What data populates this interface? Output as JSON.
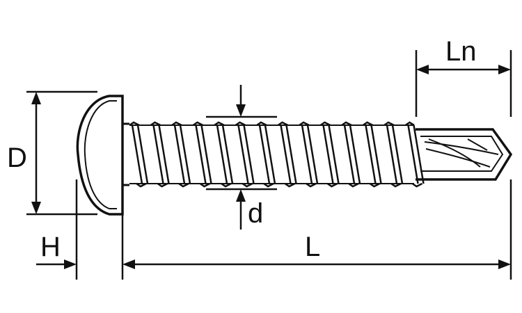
{
  "diagram": {
    "labels": {
      "ln": "Ln",
      "d_head": "D",
      "d_thread": "d",
      "h": "H",
      "l": "L"
    },
    "colors": {
      "ink": "#111111",
      "background": "#ffffff"
    }
  }
}
